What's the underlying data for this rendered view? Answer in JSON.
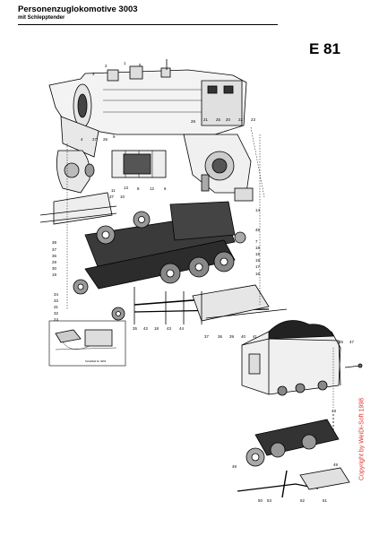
{
  "header": {
    "title": "Personenzuglokomotive 3003",
    "subtitle": "mit Schlepptender",
    "code": "E 81"
  },
  "copyright": "Copyright by WeiDi-Soft 1998",
  "inset": {
    "caption": "Schaltbild für 3003"
  },
  "part_labels": [
    "1",
    "2",
    "3",
    "4",
    "5",
    "6",
    "7",
    "8",
    "9",
    "10",
    "11",
    "12",
    "13",
    "14",
    "15",
    "16",
    "17",
    "18",
    "19",
    "20",
    "21",
    "22",
    "23",
    "24",
    "25",
    "26",
    "27",
    "28",
    "29",
    "30",
    "31",
    "32",
    "33",
    "34",
    "35",
    "36",
    "37",
    "38",
    "39",
    "40",
    "41",
    "42",
    "43",
    "44",
    "45",
    "46",
    "47",
    "48",
    "49",
    "50",
    "51",
    "52",
    "53"
  ]
}
